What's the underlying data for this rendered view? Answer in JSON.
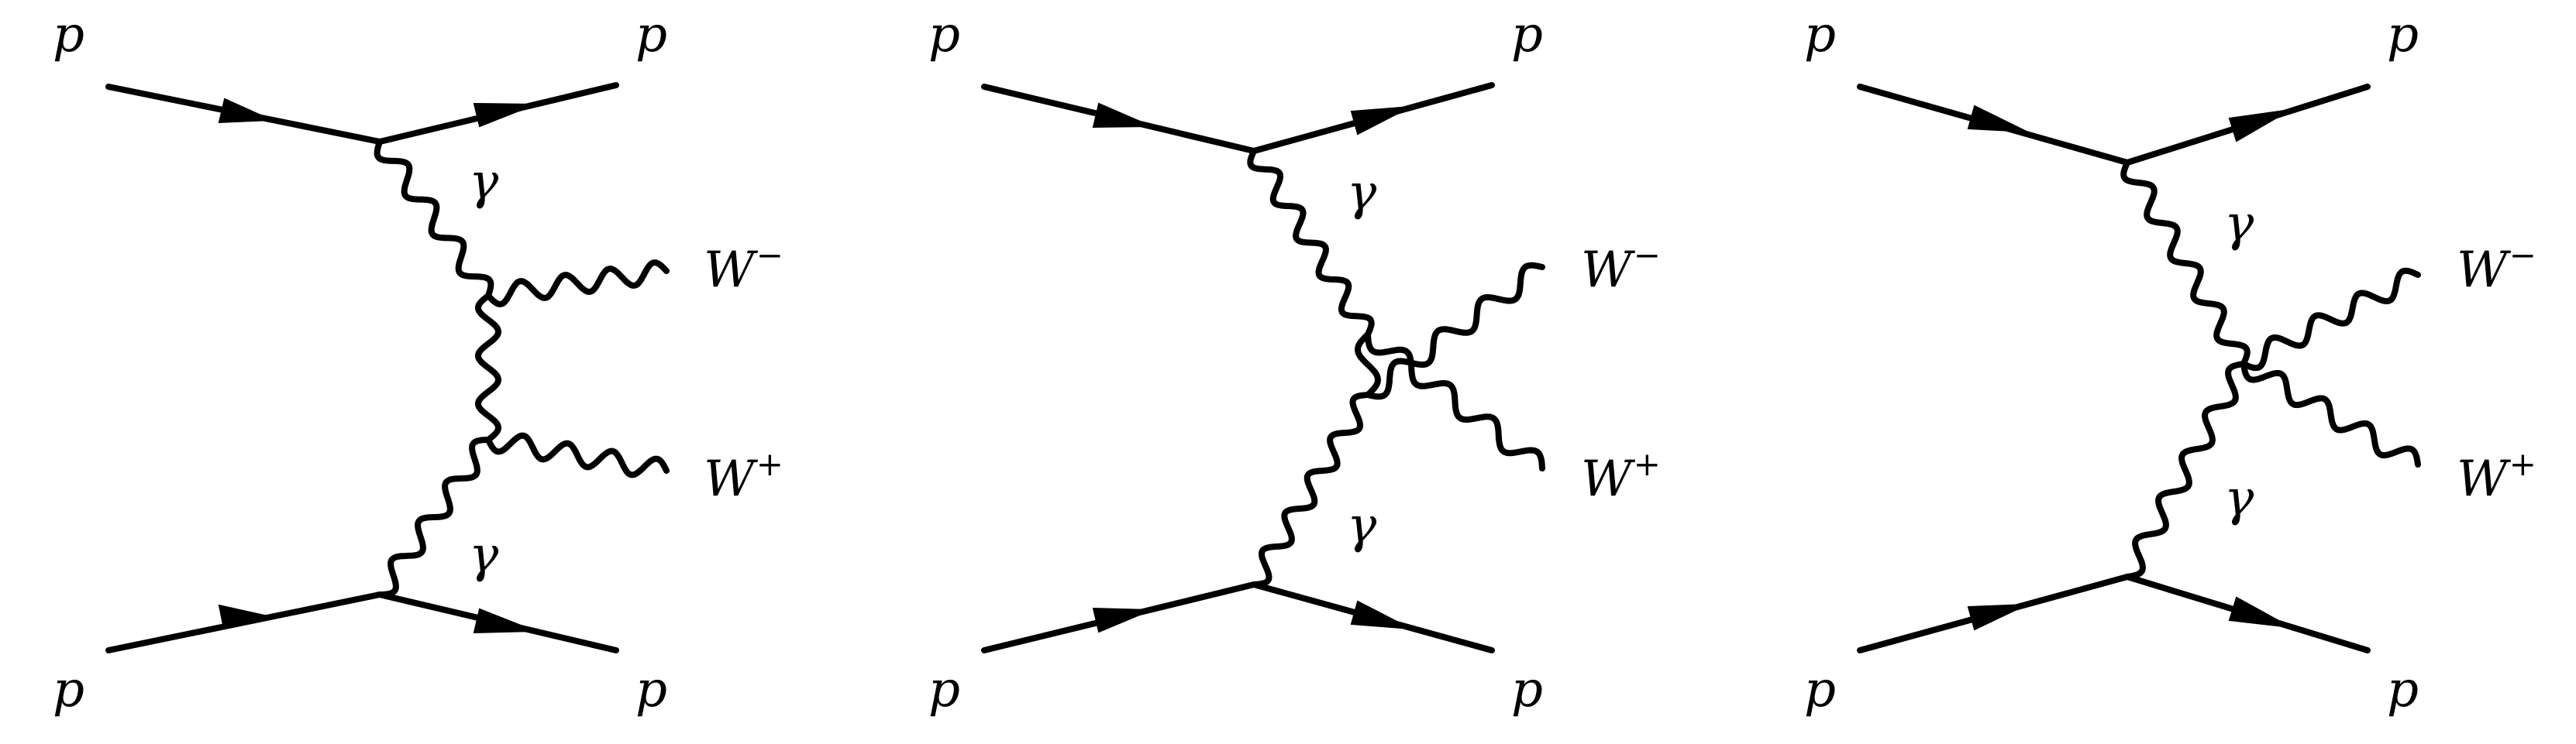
{
  "diagrams": [
    {
      "type": "t-channel",
      "labels": {
        "p_top_in": "p",
        "p_top_out": "p",
        "p_bot_in": "p",
        "p_bot_out": "p",
        "gamma_top": "γ",
        "gamma_bot": "γ",
        "wminus_base": "W",
        "wminus_sign": "−",
        "wplus_base": "W",
        "wplus_sign": "+"
      }
    },
    {
      "type": "u-channel",
      "labels": {
        "p_top_in": "p",
        "p_top_out": "p",
        "p_bot_in": "p",
        "p_bot_out": "p",
        "gamma_top": "γ",
        "gamma_bot": "γ",
        "wminus_base": "W",
        "wminus_sign": "−",
        "wplus_base": "W",
        "wplus_sign": "+"
      }
    },
    {
      "type": "quartic",
      "labels": {
        "p_top_in": "p",
        "p_top_out": "p",
        "p_bot_in": "p",
        "p_bot_out": "p",
        "gamma_top": "γ",
        "gamma_bot": "γ",
        "wminus_base": "W",
        "wminus_sign": "−",
        "wplus_base": "W",
        "wplus_sign": "+"
      }
    }
  ],
  "colors": {
    "ink": "#000000",
    "background": "#ffffff"
  }
}
